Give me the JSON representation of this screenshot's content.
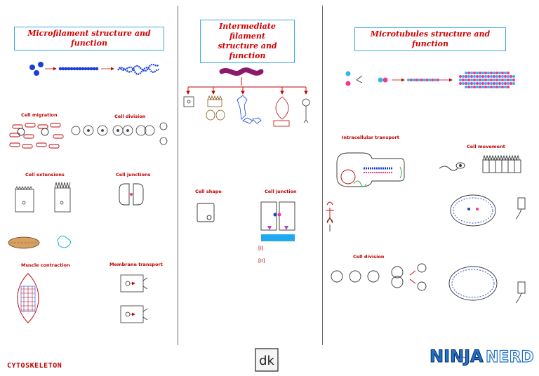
{
  "panels": {
    "microfilament": {
      "title": "Microfilament structure and function",
      "labels": {
        "cell_migration": "Cell migration",
        "cell_division": "Cell division",
        "cell_extensions": "Cell extensions",
        "cell_junctions": "Cell junctions",
        "muscle_contraction": "Muscle contraction",
        "membrane_transport": "Membrane transport"
      }
    },
    "intermediate": {
      "title_line1": "Intermediate filament",
      "title_line2": "structure and function",
      "labels": {
        "cell_shape": "Cell shape",
        "cell_junction": "Cell junction"
      },
      "refs": [
        "[I]",
        "[II]"
      ]
    },
    "microtubules": {
      "title": "Microtubules structure and function",
      "labels": {
        "intracellular_transport": "Intracellular transport",
        "cell_movement": "Cell movement",
        "cell_division": "Cell division"
      }
    }
  },
  "footer": {
    "label": "CYTOSKELETON"
  },
  "logos": {
    "left_text": "dk",
    "ninja_text": "NINJA",
    "nerd_text": "NERD"
  },
  "colors": {
    "title_text": "#d40000",
    "title_border": "#3aa8e6",
    "label_red": "#c00000",
    "actin_blue": "#1a3fd6",
    "filament_purple": "#8b1a6b",
    "tubulin_pink": "#f0388c",
    "tubulin_cyan": "#33b6ee",
    "junction_bar": "#20a8f0",
    "ninja_blue": "#1f72c8"
  }
}
